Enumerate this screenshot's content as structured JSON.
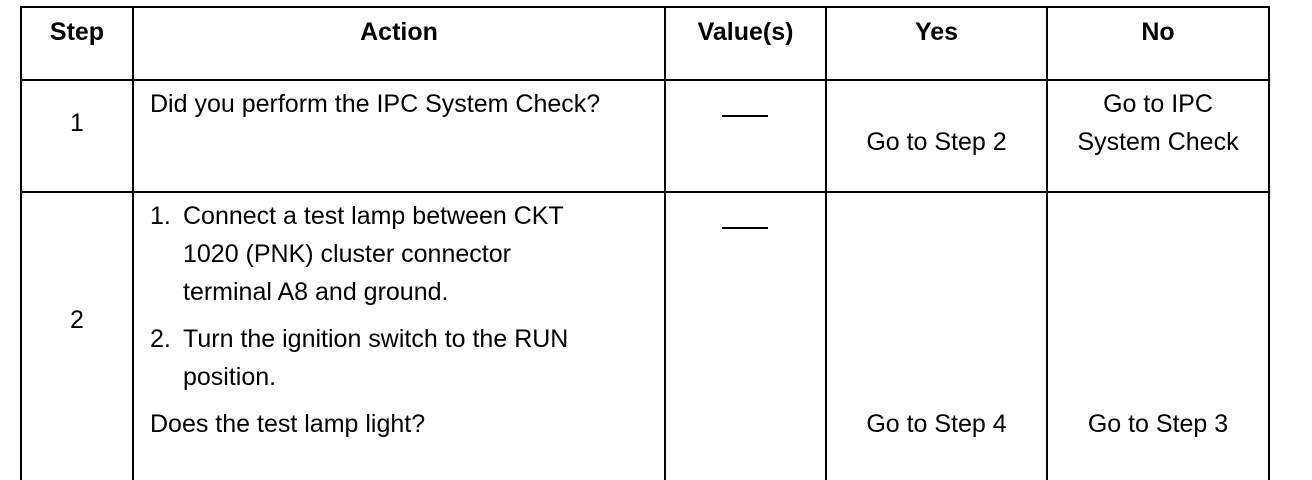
{
  "table": {
    "headers": {
      "step": "Step",
      "action": "Action",
      "values": "Value(s)",
      "yes": "Yes",
      "no": "No"
    },
    "rows": [
      {
        "step": "1",
        "action_question": "Did you perform the IPC System Check?",
        "value": "___",
        "yes": "Go to Step 2",
        "no_line1": "Go to  IPC",
        "no_line2": "System Check"
      },
      {
        "step": "2",
        "action_items": [
          {
            "num": "1.",
            "text": "Connect a test lamp between CKT\n1020 (PNK) cluster connector\nterminal A8 and ground."
          },
          {
            "num": "2.",
            "text": "Turn the ignition switch to the RUN\nposition."
          }
        ],
        "action_question": "Does the test lamp light?",
        "value": "___",
        "yes": "Go to Step 4",
        "no": "Go to Step 3"
      }
    ]
  }
}
